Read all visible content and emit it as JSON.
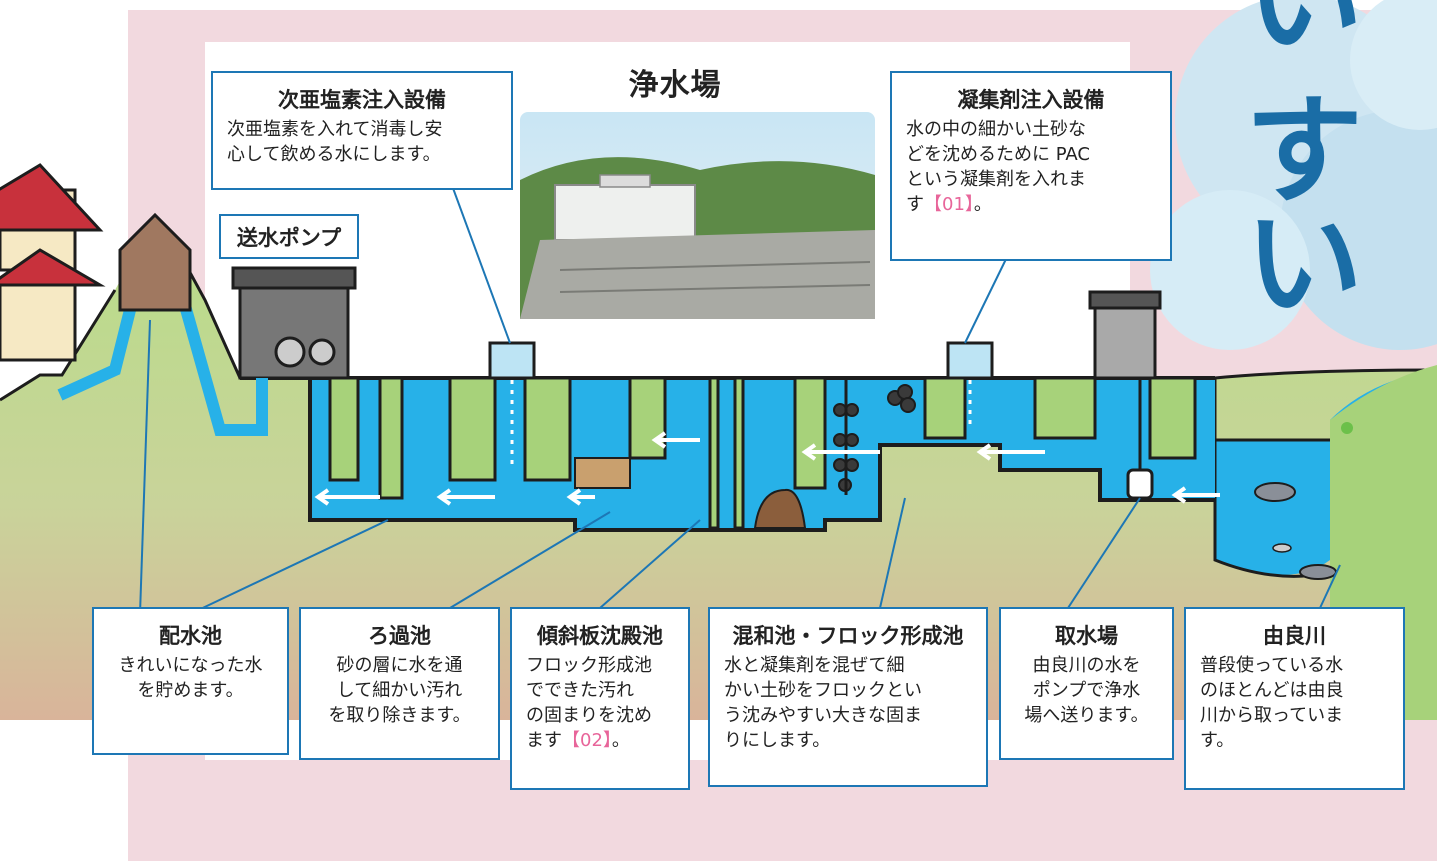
{
  "title": "浄水場",
  "vertical_text": [
    "い",
    "す",
    "い"
  ],
  "colors": {
    "water": "#27b1e8",
    "ground": "#9ecf6c",
    "outline": "#1d1d1d",
    "leader": "#1d77b5",
    "pink_frame": "#f2d9df",
    "accent": "#e8659a"
  },
  "callouts_top": {
    "hypochlorite": {
      "title": "次亜塩素注入設備",
      "lines": [
        "次亜塩素を入れて消毒し安",
        "心して飲める水にします。"
      ]
    },
    "coagulant": {
      "title": "凝集剤注入設備",
      "lines": [
        "水の中の細かい土砂な",
        "どを沈めるために PAC",
        "という凝集剤を入れま"
      ],
      "last_prefix": "す",
      "ref": "【01】",
      "last_suffix": "。"
    },
    "pump": {
      "title": "送水ポンプ"
    }
  },
  "callouts_bottom": {
    "distribution": {
      "title": "配水池",
      "lines": [
        "きれいになった水",
        "を貯めます。"
      ]
    },
    "filtration": {
      "title": "ろ過池",
      "lines": [
        "砂の層に水を通",
        "して細かい汚れ",
        "を取り除きます。"
      ]
    },
    "sedimentation": {
      "title": "傾斜板沈殿池",
      "lines": [
        "フロック形成池",
        "でできた汚れ",
        "の固まりを沈め"
      ],
      "last_prefix": "ます",
      "ref": "【02】",
      "last_suffix": "。"
    },
    "mixing": {
      "title": "混和池・フロック形成池",
      "lines": [
        "水と凝集剤を混ぜて細",
        "かい土砂をフロックとい",
        "う沈みやすい大きな固ま",
        "りにします。"
      ]
    },
    "intake": {
      "title": "取水場",
      "lines": [
        "由良川の水を",
        "ポンプで浄水",
        "場へ送ります。"
      ]
    },
    "river": {
      "title": "由良川",
      "lines": [
        "普段使っている水",
        "のほとんどは由良",
        "川から取っていま",
        "す。"
      ]
    }
  }
}
